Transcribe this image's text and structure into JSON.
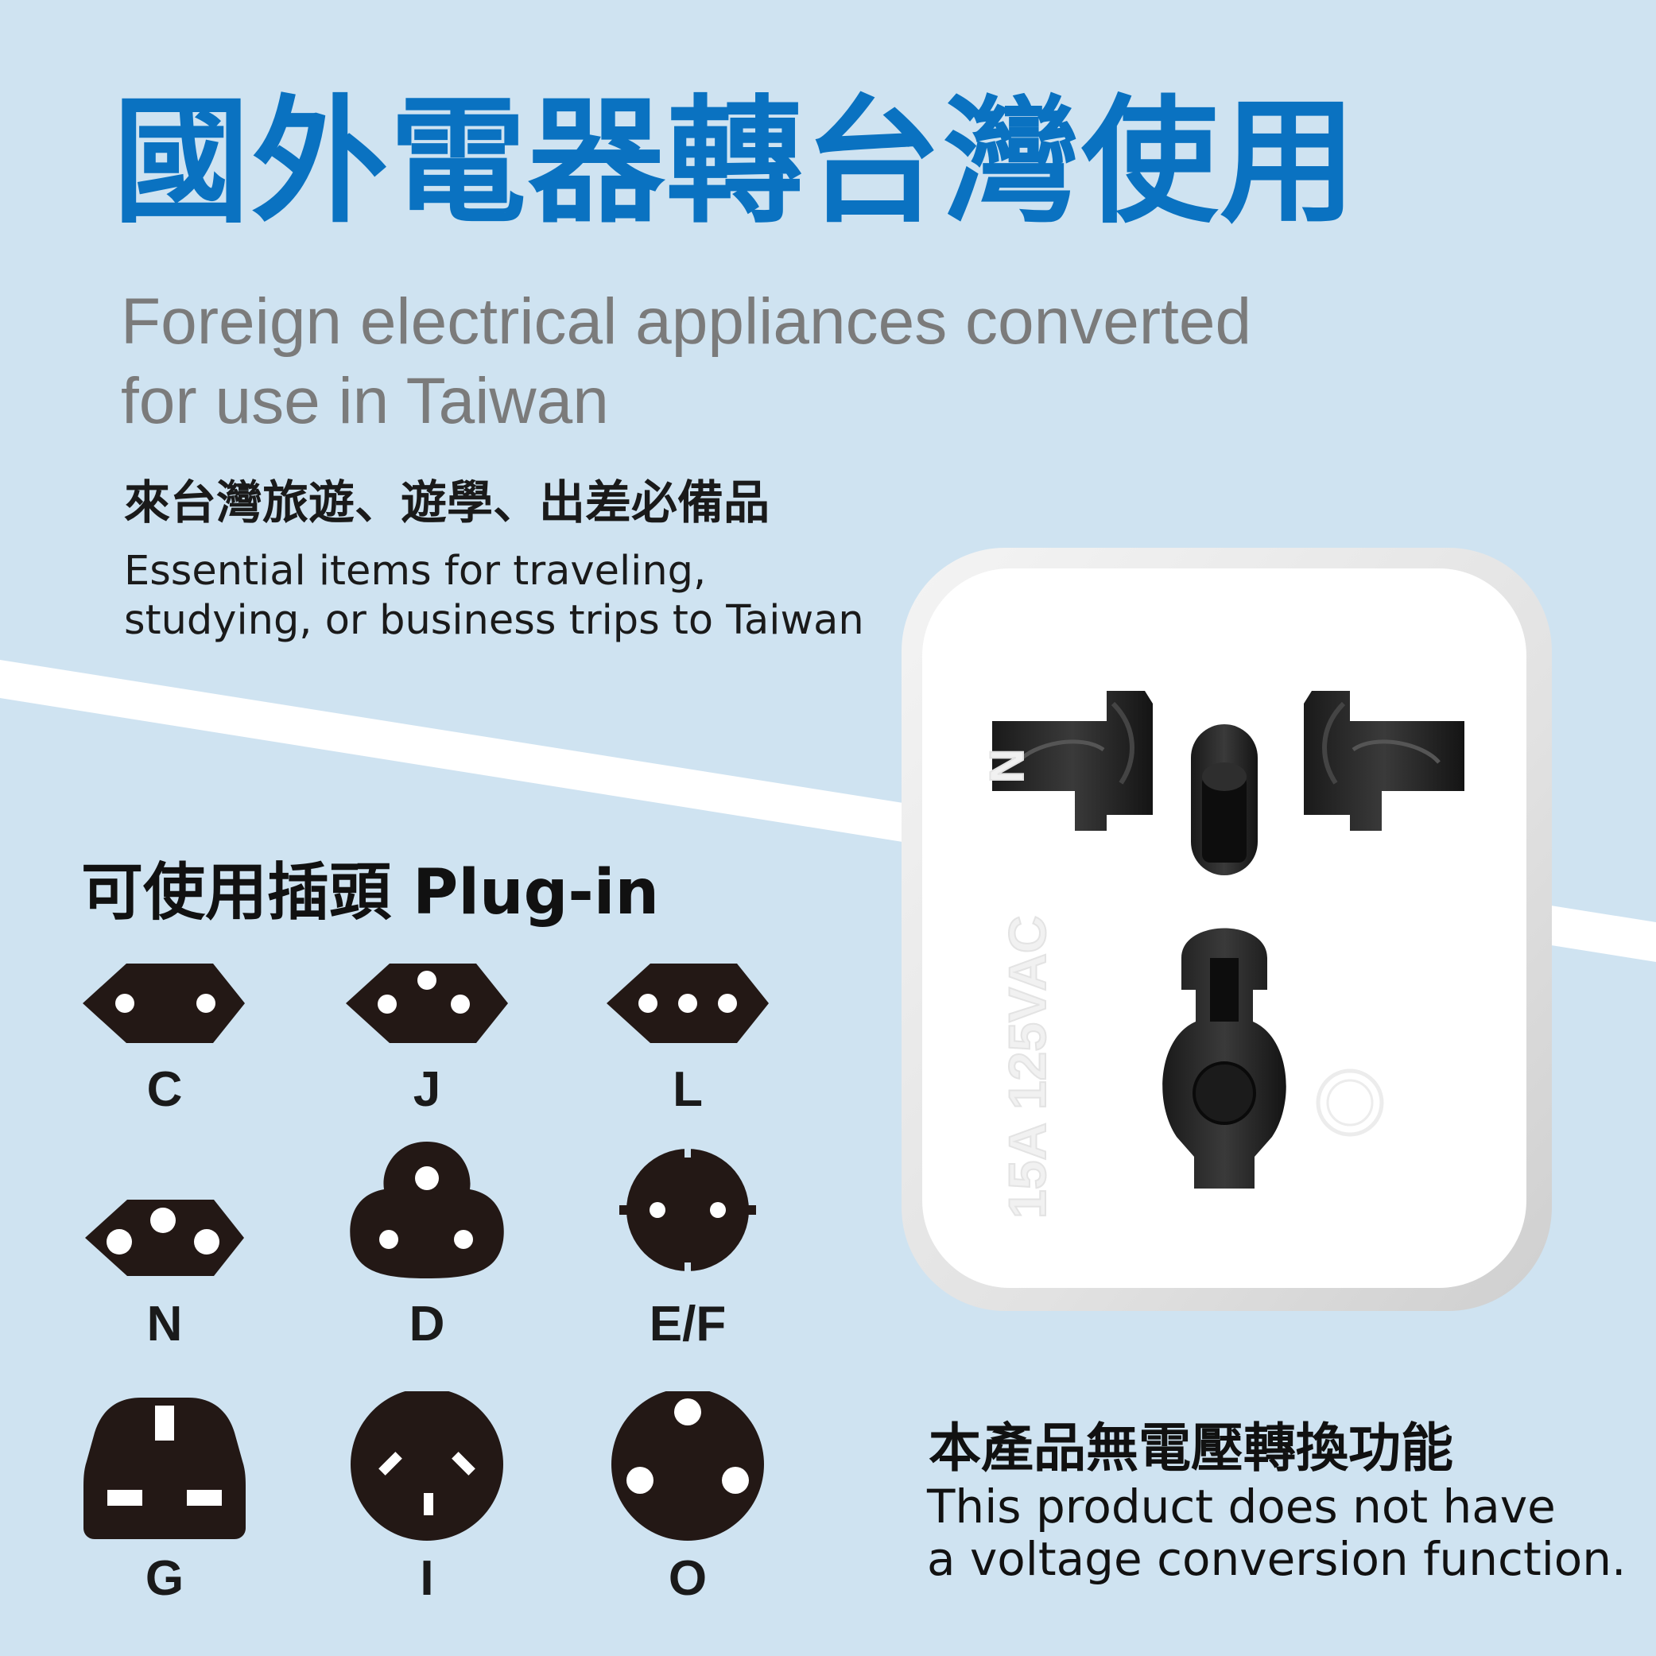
{
  "header": {
    "title": "國外電器轉台灣使用",
    "subtitle_en_line1": "Foreign electrical appliances converted",
    "subtitle_en_line2": "for use in Taiwan"
  },
  "tagline": {
    "zh": "來台灣旅遊、遊學、出差必備品",
    "en_line1": "Essential items for traveling,",
    "en_line2": "studying, or business trips to Taiwan"
  },
  "plugins": {
    "heading": "可使用插頭 Plug-in",
    "types": [
      {
        "label": "C",
        "icon": "plug-type-c-icon"
      },
      {
        "label": "J",
        "icon": "plug-type-j-icon"
      },
      {
        "label": "L",
        "icon": "plug-type-l-icon"
      },
      {
        "label": "N",
        "icon": "plug-type-n-icon"
      },
      {
        "label": "D",
        "icon": "plug-type-d-icon"
      },
      {
        "label": "E/F",
        "icon": "plug-type-ef-icon"
      },
      {
        "label": "G",
        "icon": "plug-type-g-icon"
      },
      {
        "label": "I",
        "icon": "plug-type-i-icon"
      },
      {
        "label": "O",
        "icon": "plug-type-o-icon"
      }
    ]
  },
  "adapter": {
    "rating_marking": "15A 125VAC",
    "side_marking": "N"
  },
  "notice": {
    "zh": "本產品無電壓轉換功能",
    "en_line1": "This product does not have",
    "en_line2": "a voltage conversion function."
  },
  "colors": {
    "background": "#cfe3f1",
    "title_blue": "#0a72c1",
    "subtitle_gray": "#7b7b7b",
    "plug_icon": "#231815",
    "stripe": "#ffffff"
  }
}
